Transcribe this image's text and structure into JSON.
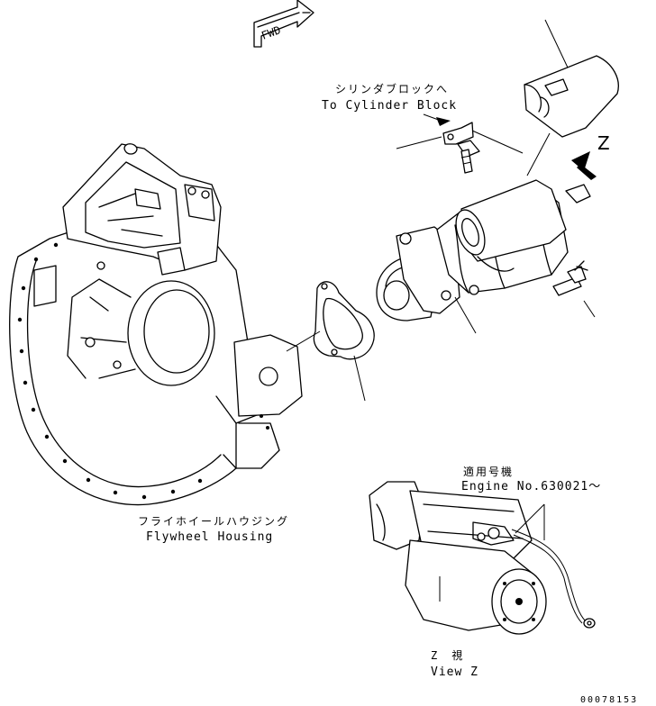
{
  "labels": {
    "fwd": "FWD",
    "to_cylinder_jp": "シリンダブロックへ",
    "to_cylinder_en": "To Cylinder Block",
    "view_marker": "Z",
    "serial_jp": "適用号機",
    "serial_en": "Engine No.630021～",
    "flywheel_jp": "フライホイールハウジング",
    "flywheel_en": "Flywheel Housing",
    "view_jp": "Z　視",
    "view_en": "View Z",
    "drawing_no": "00078153"
  },
  "colors": {
    "line": "#000000",
    "paper": "#ffffff"
  }
}
